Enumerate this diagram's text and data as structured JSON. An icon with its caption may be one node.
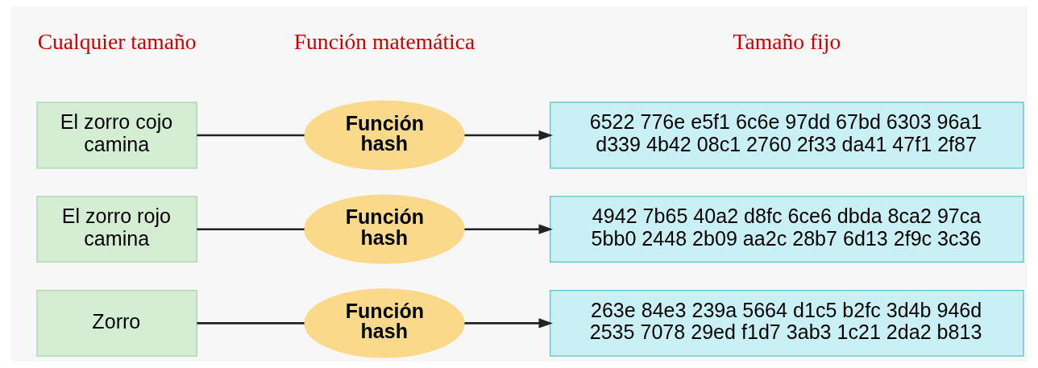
{
  "diagram": {
    "nodes": [
      {
        "text": [
          "Zorro"
        ]
      },
      {
        "text": [
          "Función hash"
        ]
      },
      {
        "text": [
          "263e 84e3 239a 5664 d1c5 b2fc 3d4b 946d 2535 7078 29ed f1d7 3ab3 1c21 2da2 b813"
        ]
      },
      {
        "text": [
          "El zorro rojo camina"
        ]
      },
      {
        "text": [
          "Función hash"
        ]
      },
      {
        "text": [
          "4942 7b65 40a2 d8fc 6ce6 dbda 8ca2 97ca 5bb0 2448 2b09 aa2c 28b7 6d13 2f9c 3c36"
        ]
      },
      {
        "text": [
          "El zorro cojo camina"
        ]
      },
      {
        "text": [
          "Función hash"
        ]
      },
      {
        "text": [
          "6522 776e e5f1 6c6e 97dd 67bd 6303 96a1 d339 4b42 08c1 2760 2f33 da41 47f1 2f87"
        ]
      }
    ],
    "edges": [
      {
        "from": 0,
        "to": 1,
        "arrow": "none"
      },
      {
        "from": 1,
        "to": 2,
        "arrow": "to"
      },
      {
        "from": 3,
        "to": 4,
        "arrow": "none"
      },
      {
        "from": 4,
        "to": 5,
        "arrow": "to"
      },
      {
        "from": 6,
        "to": 7,
        "arrow": "none"
      },
      {
        "from": 7,
        "to": 8,
        "arrow": "to"
      }
    ],
    "labels": [
      "Cualquier tamaño",
      "Función matemática",
      "Tamaño fijo"
    ]
  }
}
